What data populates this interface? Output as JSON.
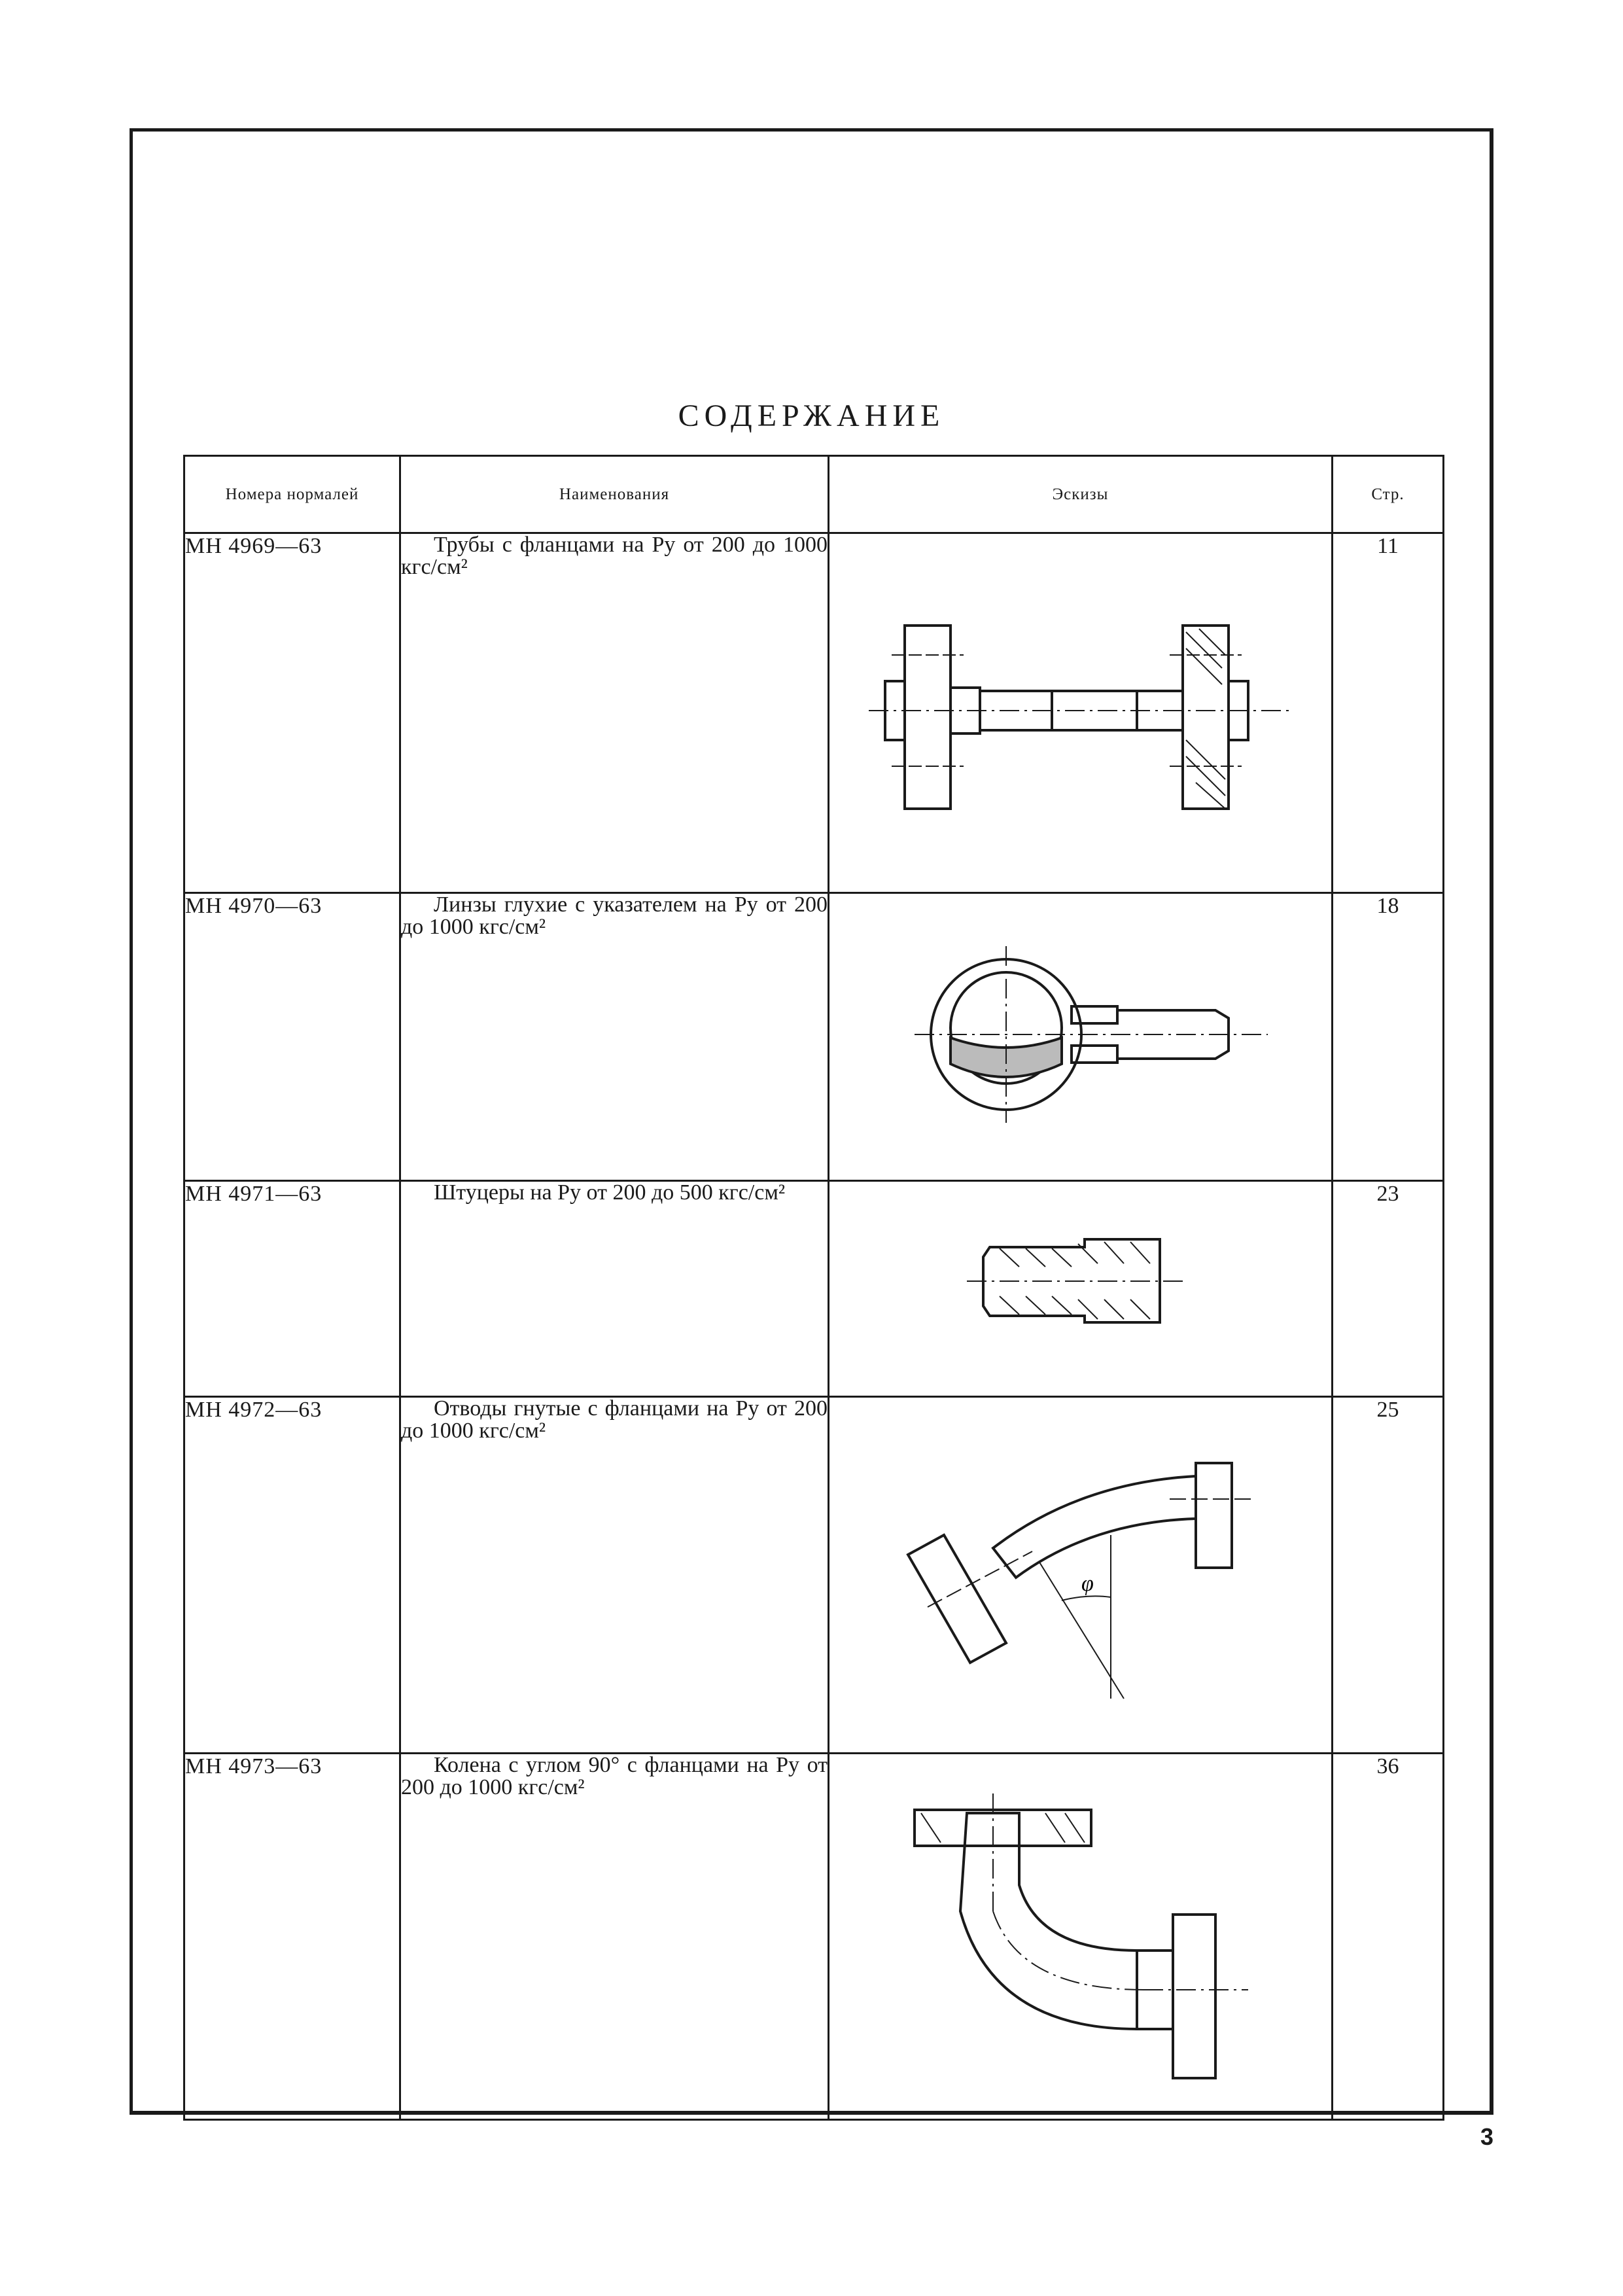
{
  "title": "СОДЕРЖАНИЕ",
  "headers": {
    "numbers": "Номера нормалей",
    "names": "Наименования",
    "sketches": "Эскизы",
    "page": "Стр."
  },
  "rows": [
    {
      "number": "МН 4969—63",
      "name": "Трубы с фланцами на Pу от 200 до 1000 кгс/см²",
      "page": "11",
      "sketch_icon": "flanged-pipe-icon"
    },
    {
      "number": "МН 4970—63",
      "name": "Линзы глухие с указателем на Pу от 200 до 1000 кгс/см²",
      "page": "18",
      "sketch_icon": "blind-lens-icon"
    },
    {
      "number": "МН 4971—63",
      "name": "Штуцеры на Pу от 200 до 500 кгс/см²",
      "page": "23",
      "sketch_icon": "fitting-icon"
    },
    {
      "number": "МН 4972—63",
      "name": "Отводы гнутые с фланцами на Pу от 200 до 1000 кгс/см²",
      "page": "25",
      "sketch_icon": "bent-elbow-icon"
    },
    {
      "number": "МН 4973—63",
      "name": "Колена с углом 90° с фланцами на Pу от 200 до 1000 кгс/см²",
      "page": "36",
      "sketch_icon": "elbow-90-icon"
    }
  ],
  "sketch_labels": {
    "angle": "φ"
  },
  "page_number": "3"
}
